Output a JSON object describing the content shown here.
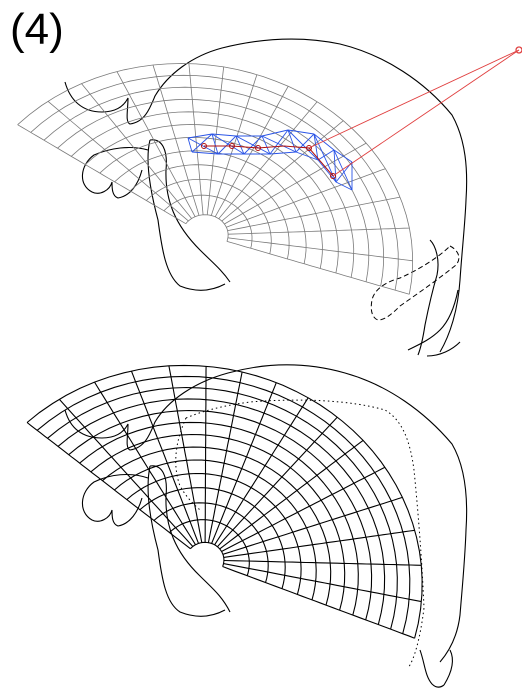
{
  "panel": {
    "label": "(4)"
  },
  "colors": {
    "outline": "#000000",
    "grid_top": "#7a7a7a",
    "grid_bottom": "#000000",
    "control_net": "#2a54e6",
    "control_line": "#b01010",
    "projection": "#e04040"
  },
  "figure": {
    "upper": {
      "mesh": {
        "rows": 11,
        "cols": 16
      },
      "control_points": 5
    },
    "lower": {
      "mesh": {
        "rows": 13,
        "cols": 16
      }
    }
  }
}
